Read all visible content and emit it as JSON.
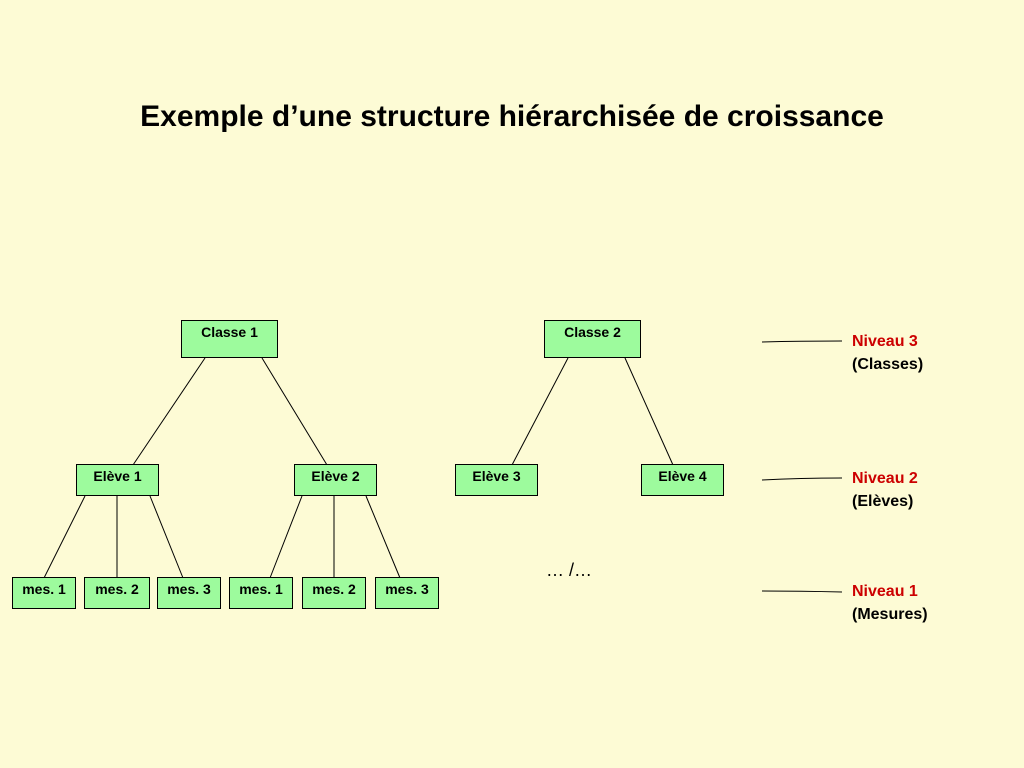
{
  "title": "Exemple d’une structure hiérarchisée de croissance",
  "classes": [
    {
      "label": "Classe 1"
    },
    {
      "label": "Classe 2"
    }
  ],
  "eleves": [
    {
      "label": "Elève 1"
    },
    {
      "label": "Elève 2"
    },
    {
      "label": "Elève 3"
    },
    {
      "label": "Elève 4"
    }
  ],
  "mesures": [
    {
      "label": "mes. 1"
    },
    {
      "label": "mes. 2"
    },
    {
      "label": "mes. 3"
    },
    {
      "label": "mes. 1"
    },
    {
      "label": "mes. 2"
    },
    {
      "label": "mes. 3"
    }
  ],
  "ellipsis": "… /…",
  "legend": [
    {
      "level": "Niveau 3",
      "desc": "(Classes)"
    },
    {
      "level": "Niveau 2",
      "desc": "(Elèves)"
    },
    {
      "level": "Niveau 1",
      "desc": "(Mesures)"
    }
  ],
  "colors": {
    "background": "#fdfbd5",
    "node": "#9dfb9d",
    "level": "#cc0000"
  }
}
